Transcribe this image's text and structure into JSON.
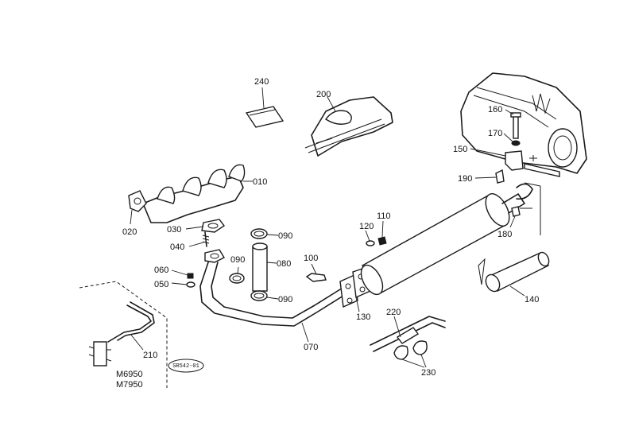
{
  "labels": {
    "p010": "010",
    "p020": "020",
    "p030": "030",
    "p040": "040",
    "p050": "050",
    "p060": "060",
    "p070": "070",
    "p080": "080",
    "p090a": "090",
    "p090b": "090",
    "p090c": "090",
    "p100": "100",
    "p110": "110",
    "p120": "120",
    "p130": "130",
    "p140": "140",
    "p150": "150",
    "p160": "160",
    "p170": "170",
    "p180": "180",
    "p190": "190",
    "p200": "200",
    "p210": "210",
    "p220": "220",
    "p230": "230",
    "p240": "240"
  },
  "models": [
    "M6950",
    "M7950"
  ],
  "stamp": "SR542-01",
  "colors": {
    "ink": "#1a1a1a",
    "paper": "#ffffff"
  }
}
